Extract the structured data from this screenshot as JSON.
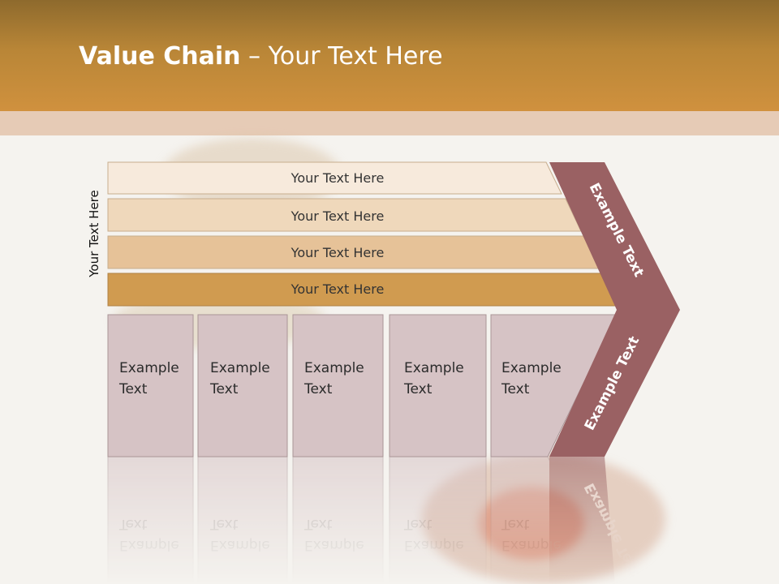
{
  "title": {
    "bold": "Value Chain",
    "rest": " – Your Text Here"
  },
  "side_label": "Your Text Here",
  "rows": [
    {
      "label": "Your Text Here",
      "color": "#f7eadc"
    },
    {
      "label": "Your Text Here",
      "color": "#efd8bb"
    },
    {
      "label": "Your Text Here",
      "color": "#e6c298"
    },
    {
      "label": "Your Text Here",
      "color": "#d09b50"
    }
  ],
  "boxes": [
    {
      "line1": "Example",
      "line2": "Text"
    },
    {
      "line1": "Example",
      "line2": "Text"
    },
    {
      "line1": "Example",
      "line2": "Text"
    },
    {
      "line1": "Example",
      "line2": "Text"
    },
    {
      "line1": "Example",
      "line2": "Text"
    }
  ],
  "arrow": {
    "upper": "Example Text",
    "lower": "Example Text",
    "color": "#9a6163"
  },
  "colors": {
    "box_fill": "#d6c3c5",
    "box_border": "#a99496"
  }
}
